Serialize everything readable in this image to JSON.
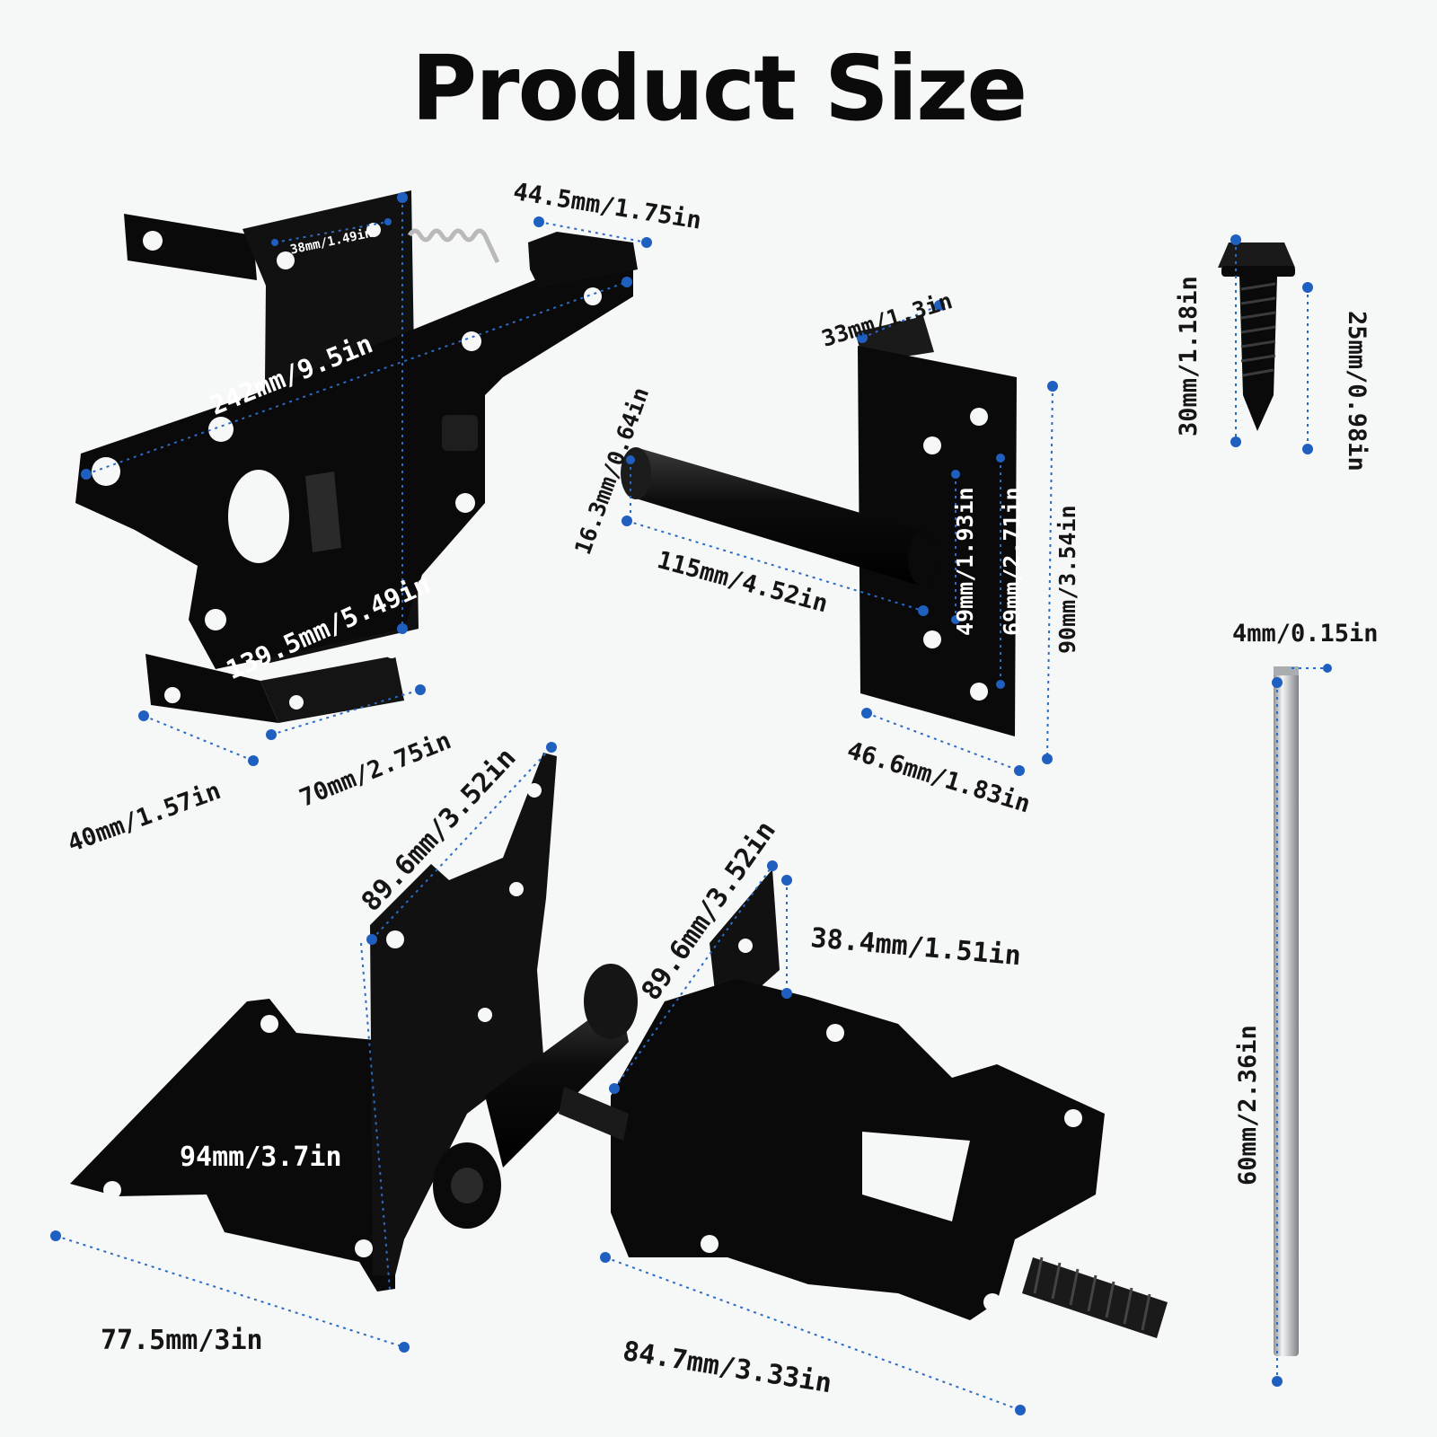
{
  "title": "Product Size",
  "colors": {
    "background": "#f6f7f7",
    "hardware": "#0a0a0a",
    "dimension_line": "#2a6bc4",
    "text": "#151515"
  },
  "latch": {
    "total_length": "242mm/9.5in",
    "height": "139.5mm/5.49in",
    "top_holes": "38mm/1.49in",
    "depth": "44.5mm/1.75in",
    "base_width": "70mm/2.75in",
    "flange": "40mm/1.57in"
  },
  "post_catch": {
    "pin_length": "115mm/4.52in",
    "pin_diameter": "16.3mm/0.64in",
    "flange": "33mm/1.3in",
    "inner_holes": "49mm/1.93in",
    "outer_holes": "69mm/2.71in",
    "plate_height": "90mm/3.54in",
    "plate_width": "46.6mm/1.83in"
  },
  "screw": {
    "total_length": "30mm/1.18in",
    "thread_length": "25mm/0.98in"
  },
  "pin": {
    "diameter": "4mm/0.15in",
    "length": "60mm/2.36in"
  },
  "hinge": {
    "left_height": "89.6mm/3.52in",
    "right_height": "89.6mm/3.52in",
    "flap_width": "38.4mm/1.51in",
    "leaf_height": "94mm/3.7in",
    "left_width": "77.5mm/3in",
    "right_width": "84.7mm/3.33in"
  }
}
